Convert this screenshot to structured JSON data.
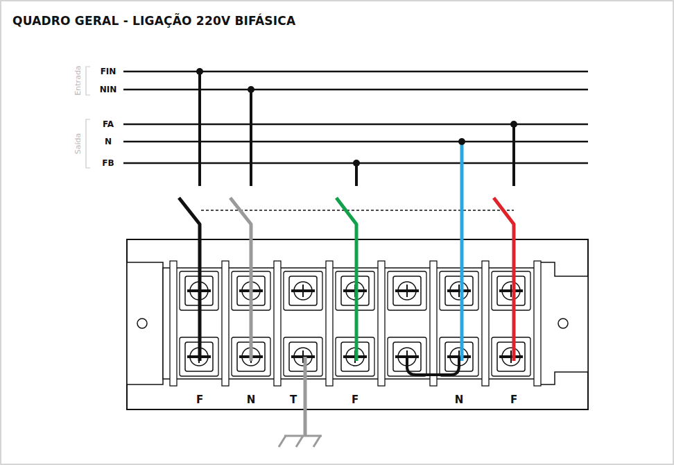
{
  "diagram": {
    "title": "QUADRO GERAL - LIGAÇÃO 220V BIFÁSICA",
    "labels": [
      "Entrada",
      "Saída",
      "FIN",
      "NIN",
      "FA",
      "N",
      "FB",
      "F",
      "N",
      "T",
      "F",
      "N",
      "F"
    ]
  }
}
